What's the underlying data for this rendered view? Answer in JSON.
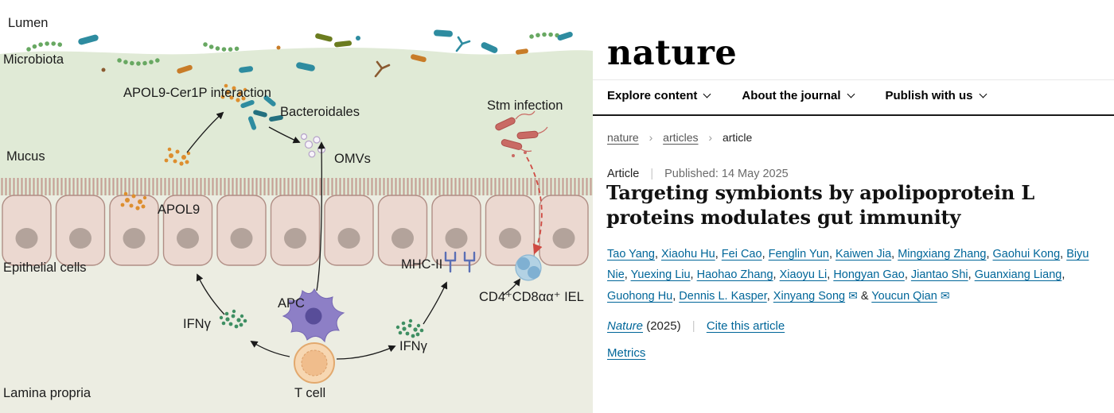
{
  "diagram": {
    "labels": {
      "lumen": "Lumen",
      "microbiota": "Microbiota",
      "apol9_cer1p": "APOL9-Cer1P interaction",
      "bacteroidales": "Bacteroidales",
      "stm_infection": "Stm infection",
      "mucus": "Mucus",
      "omvs": "OMVs",
      "apol9": "APOL9",
      "epithelial_cells": "Epithelial cells",
      "mhc2": "MHC-II",
      "iel": "CD4⁺CD8αα⁺ IEL",
      "apc": "APC",
      "ifny_left": "IFNγ",
      "ifny_right": "IFNγ",
      "t_cell": "T cell",
      "lamina_propria": "Lamina propria"
    },
    "colors": {
      "mucus_green": "#e0ead6",
      "lamina": "#ecede2",
      "epithelial": "#ebd8d0",
      "apol9_orange": "#dd8e2e",
      "bacteroidales_teal": "#2e8ca0",
      "ifny_green": "#3f8f63",
      "stm_red": "#c96a64",
      "apc_purple": "#8d7fc6",
      "tcell_orange": "#f7d7b2",
      "iel_blue": "#b3d2e4",
      "mhc_blue": "#5b6fb5"
    }
  },
  "journal": {
    "logo": "nature",
    "nav": [
      {
        "label": "Explore content"
      },
      {
        "label": "About the journal"
      },
      {
        "label": "Publish with us"
      }
    ],
    "icons": {
      "email": "✉",
      "breadcrumb_separator": "›"
    },
    "breadcrumb": [
      {
        "label": "nature"
      },
      {
        "label": "articles"
      },
      {
        "label": "article"
      }
    ],
    "article_type": "Article",
    "published_label": "Published:",
    "published_date": "14 May 2025",
    "title": "Targeting symbionts by apolipoprotein L proteins modulates gut immunity",
    "authors": [
      {
        "name": "Tao Yang"
      },
      {
        "name": "Xiaohu Hu"
      },
      {
        "name": "Fei Cao"
      },
      {
        "name": "Fenglin Yun"
      },
      {
        "name": "Kaiwen Jia"
      },
      {
        "name": "Mingxiang Zhang"
      },
      {
        "name": "Gaohui Kong"
      },
      {
        "name": "Biyu Nie"
      },
      {
        "name": "Yuexing Liu"
      },
      {
        "name": "Haohao Zhang"
      },
      {
        "name": "Xiaoyu Li"
      },
      {
        "name": "Hongyan Gao"
      },
      {
        "name": "Jiantao Shi"
      },
      {
        "name": "Guanxiang Liang"
      },
      {
        "name": "Guohong Hu"
      },
      {
        "name": "Dennis L. Kasper"
      },
      {
        "name": "Xinyang Song",
        "email": true
      },
      {
        "name": "Youcun Qian",
        "email": true
      }
    ],
    "citation": {
      "journal": "Nature",
      "year": "(2025)",
      "cite_link": "Cite this article"
    },
    "metrics": "Metrics",
    "link_color": "#006699"
  }
}
